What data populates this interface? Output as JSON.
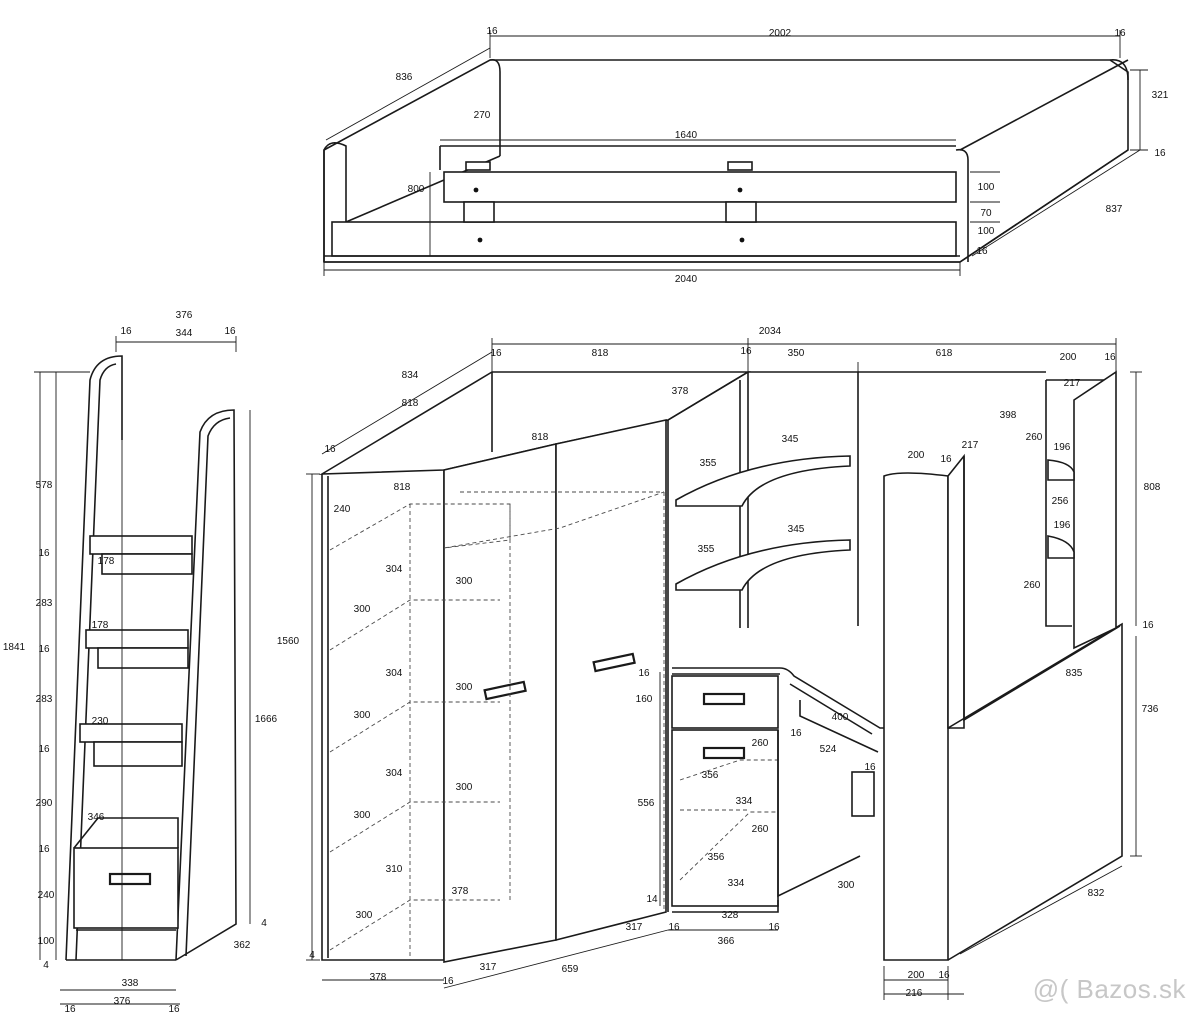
{
  "watermark": "@( Bazos.sk",
  "bed_dimensions": [
    {
      "id": "b1",
      "text": "16"
    },
    {
      "id": "b2",
      "text": "2002"
    },
    {
      "id": "b3",
      "text": "16"
    },
    {
      "id": "b4",
      "text": "836"
    },
    {
      "id": "b5",
      "text": "321"
    },
    {
      "id": "b6",
      "text": "270"
    },
    {
      "id": "b7",
      "text": "1640"
    },
    {
      "id": "b8",
      "text": "16"
    },
    {
      "id": "b9",
      "text": "800"
    },
    {
      "id": "b10",
      "text": "100"
    },
    {
      "id": "b11",
      "text": "837"
    },
    {
      "id": "b12",
      "text": "70"
    },
    {
      "id": "b13",
      "text": "100"
    },
    {
      "id": "b14",
      "text": "16"
    },
    {
      "id": "b15",
      "text": "2040"
    }
  ],
  "stairs_dimensions": [
    {
      "id": "s1",
      "text": "376"
    },
    {
      "id": "s2",
      "text": "16"
    },
    {
      "id": "s3",
      "text": "344"
    },
    {
      "id": "s4",
      "text": "16"
    },
    {
      "id": "s5",
      "text": "578"
    },
    {
      "id": "s6",
      "text": "178"
    },
    {
      "id": "s7",
      "text": "16"
    },
    {
      "id": "s8",
      "text": "283"
    },
    {
      "id": "s9",
      "text": "178"
    },
    {
      "id": "s10",
      "text": "1841"
    },
    {
      "id": "s11",
      "text": "16"
    },
    {
      "id": "s12",
      "text": "283"
    },
    {
      "id": "s13",
      "text": "230"
    },
    {
      "id": "s14",
      "text": "16"
    },
    {
      "id": "s15",
      "text": "1666"
    },
    {
      "id": "s16",
      "text": "290"
    },
    {
      "id": "s17",
      "text": "346"
    },
    {
      "id": "s18",
      "text": "16"
    },
    {
      "id": "s19",
      "text": "240"
    },
    {
      "id": "s20",
      "text": "100"
    },
    {
      "id": "s21",
      "text": "4"
    },
    {
      "id": "s22",
      "text": "4"
    },
    {
      "id": "s23",
      "text": "362"
    },
    {
      "id": "s24",
      "text": "338"
    },
    {
      "id": "s25",
      "text": "16"
    },
    {
      "id": "s26",
      "text": "16"
    },
    {
      "id": "s27",
      "text": "376"
    }
  ],
  "main_dimensions": [
    {
      "id": "m1",
      "text": "2034"
    },
    {
      "id": "m2",
      "text": "16"
    },
    {
      "id": "m3",
      "text": "818"
    },
    {
      "id": "m4",
      "text": "16"
    },
    {
      "id": "m5",
      "text": "350"
    },
    {
      "id": "m6",
      "text": "618"
    },
    {
      "id": "m7",
      "text": "200"
    },
    {
      "id": "m8",
      "text": "16"
    },
    {
      "id": "m9",
      "text": "834"
    },
    {
      "id": "m10",
      "text": "818"
    },
    {
      "id": "m11",
      "text": "378"
    },
    {
      "id": "m12",
      "text": "217"
    },
    {
      "id": "m13",
      "text": "398"
    },
    {
      "id": "m14",
      "text": "818"
    },
    {
      "id": "m15",
      "text": "345"
    },
    {
      "id": "m16",
      "text": "16"
    },
    {
      "id": "m17",
      "text": "217"
    },
    {
      "id": "m18",
      "text": "260"
    },
    {
      "id": "m19",
      "text": "200"
    },
    {
      "id": "m20",
      "text": "16"
    },
    {
      "id": "m21",
      "text": "196"
    },
    {
      "id": "m22",
      "text": "808"
    },
    {
      "id": "m23",
      "text": "355"
    },
    {
      "id": "m24",
      "text": "818"
    },
    {
      "id": "m25",
      "text": "240"
    },
    {
      "id": "m26",
      "text": "256"
    },
    {
      "id": "m27",
      "text": "345"
    },
    {
      "id": "m28",
      "text": "196"
    },
    {
      "id": "m29",
      "text": "355"
    },
    {
      "id": "m30",
      "text": "304"
    },
    {
      "id": "m31",
      "text": "300"
    },
    {
      "id": "m32",
      "text": "300"
    },
    {
      "id": "m33",
      "text": "260"
    },
    {
      "id": "m34",
      "text": "1560"
    },
    {
      "id": "m35",
      "text": "16"
    },
    {
      "id": "m36",
      "text": "304"
    },
    {
      "id": "m37",
      "text": "300"
    },
    {
      "id": "m38",
      "text": "16"
    },
    {
      "id": "m39",
      "text": "835"
    },
    {
      "id": "m40",
      "text": "160"
    },
    {
      "id": "m41",
      "text": "300"
    },
    {
      "id": "m42",
      "text": "736"
    },
    {
      "id": "m43",
      "text": "400"
    },
    {
      "id": "m44",
      "text": "16"
    },
    {
      "id": "m45",
      "text": "260"
    },
    {
      "id": "m46",
      "text": "524"
    },
    {
      "id": "m47",
      "text": "304"
    },
    {
      "id": "m48",
      "text": "356"
    },
    {
      "id": "m49",
      "text": "16"
    },
    {
      "id": "m50",
      "text": "300"
    },
    {
      "id": "m51",
      "text": "556"
    },
    {
      "id": "m52",
      "text": "334"
    },
    {
      "id": "m53",
      "text": "300"
    },
    {
      "id": "m54",
      "text": "260"
    },
    {
      "id": "m55",
      "text": "310"
    },
    {
      "id": "m56",
      "text": "356"
    },
    {
      "id": "m57",
      "text": "832"
    },
    {
      "id": "m58",
      "text": "334"
    },
    {
      "id": "m59",
      "text": "300"
    },
    {
      "id": "m60",
      "text": "378"
    },
    {
      "id": "m61",
      "text": "14"
    },
    {
      "id": "m62",
      "text": "300"
    },
    {
      "id": "m63",
      "text": "328"
    },
    {
      "id": "m64",
      "text": "317"
    },
    {
      "id": "m65",
      "text": "16"
    },
    {
      "id": "m66",
      "text": "16"
    },
    {
      "id": "m67",
      "text": "4"
    },
    {
      "id": "m68",
      "text": "366"
    },
    {
      "id": "m69",
      "text": "378"
    },
    {
      "id": "m70",
      "text": "317"
    },
    {
      "id": "m71",
      "text": "659"
    },
    {
      "id": "m72",
      "text": "200"
    },
    {
      "id": "m73",
      "text": "16"
    },
    {
      "id": "m74",
      "text": "16"
    },
    {
      "id": "m75",
      "text": "216"
    }
  ]
}
